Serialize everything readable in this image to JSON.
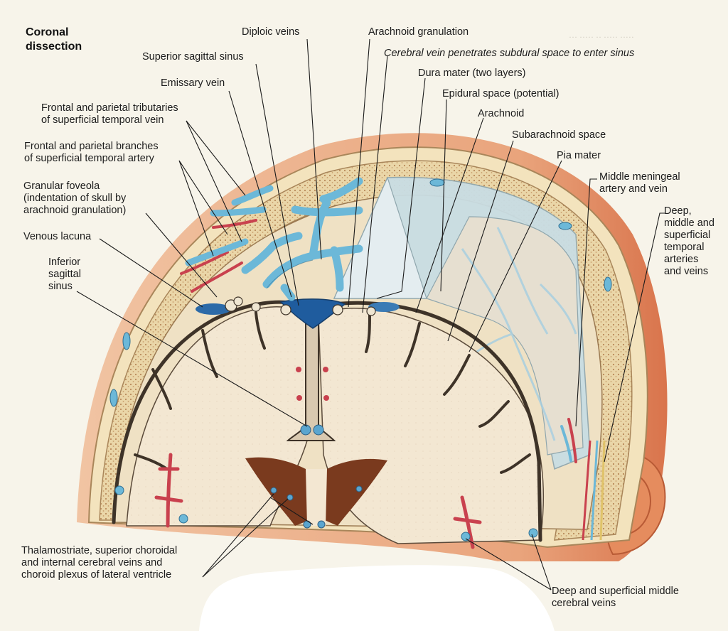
{
  "title": "Coronal\ndissection",
  "labels": {
    "diploic_veins": "Diploic veins",
    "arachnoid_granulation": "Arachnoid granulation",
    "superior_sagittal_sinus": "Superior sagittal sinus",
    "cerebral_vein": "Cerebral vein penetrates subdural space to enter sinus",
    "dura_mater": "Dura mater (two layers)",
    "emissary_vein": "Emissary vein",
    "epidural_space": "Epidural space (potential)",
    "frontal_parietal_tributaries": "Frontal and parietal tributaries\nof superficial temporal vein",
    "arachnoid": "Arachnoid",
    "subarachnoid_space": "Subarachnoid space",
    "frontal_parietal_branches": "Frontal and parietal branches\nof superficial temporal artery",
    "pia_mater": "Pia mater",
    "middle_meningeal": "Middle meningeal\nartery and vein",
    "granular_foveola": "Granular foveola\n(indentation of skull by\narachnoid granulation)",
    "deep_temporal": "Deep,\nmiddle and\nsuperficial\ntemporal\narteries\nand veins",
    "venous_lacuna": "Venous lacuna",
    "inferior_sagittal_sinus": "Inferior\nsagittal\nsinus",
    "thalamostriate": "Thalamostriate, superior choroidal\nand internal cerebral veins and\nchoroid plexus of lateral ventricle",
    "deep_superficial_middle_cerebral": "Deep and superficial middle\ncerebral veins"
  },
  "colors": {
    "background": "#f7f4ea",
    "skin": "#e9a47c",
    "bone": "#ead6a8",
    "vein": "#6cb8d8",
    "artery": "#c9414e",
    "brain": "#f3e7d2",
    "dura": "#c9dde3",
    "leader": "#1a1a1a"
  }
}
